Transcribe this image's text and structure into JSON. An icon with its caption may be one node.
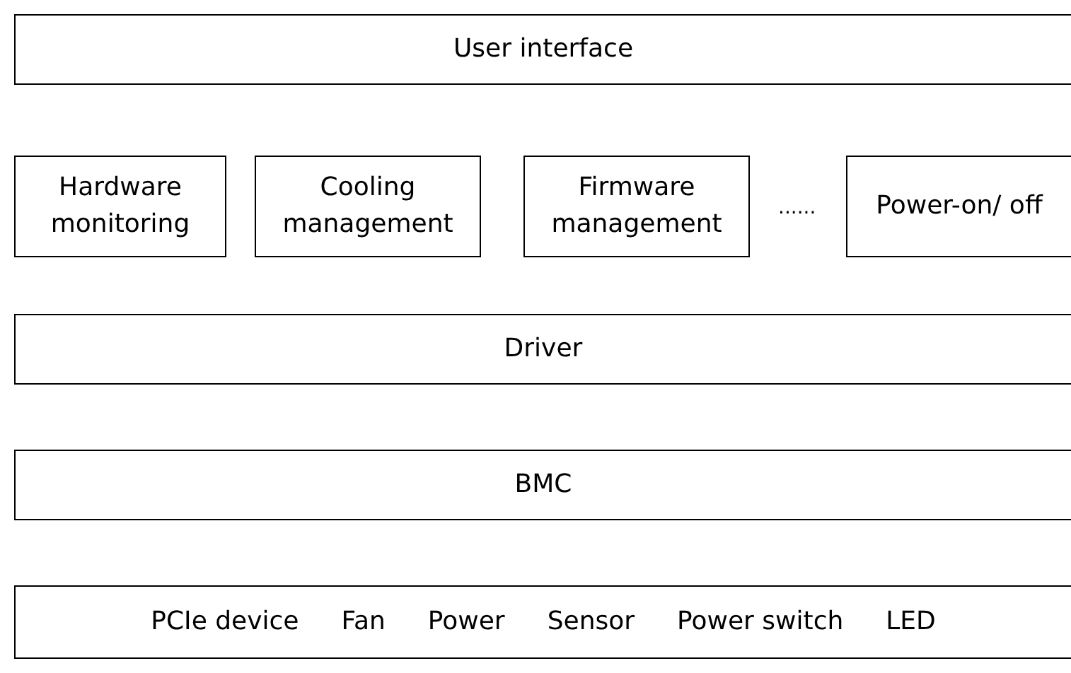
{
  "diagram": {
    "nodes": [
      {
        "text": [
          "User interface"
        ]
      },
      {
        "text": [
          "Hardware monitoring"
        ]
      },
      {
        "text": [
          "Cooling management"
        ]
      },
      {
        "text": [
          "Firmware management"
        ]
      },
      {
        "text": [
          "Power-on/ off"
        ]
      },
      {
        "text": [
          "Driver"
        ]
      },
      {
        "text": [
          "BMC"
        ]
      },
      {
        "text": [
          "PCIe device",
          "Fan",
          "Power",
          "Sensor",
          "Power switch",
          "LED"
        ]
      }
    ],
    "edges": [],
    "labels": [
      "......"
    ]
  }
}
